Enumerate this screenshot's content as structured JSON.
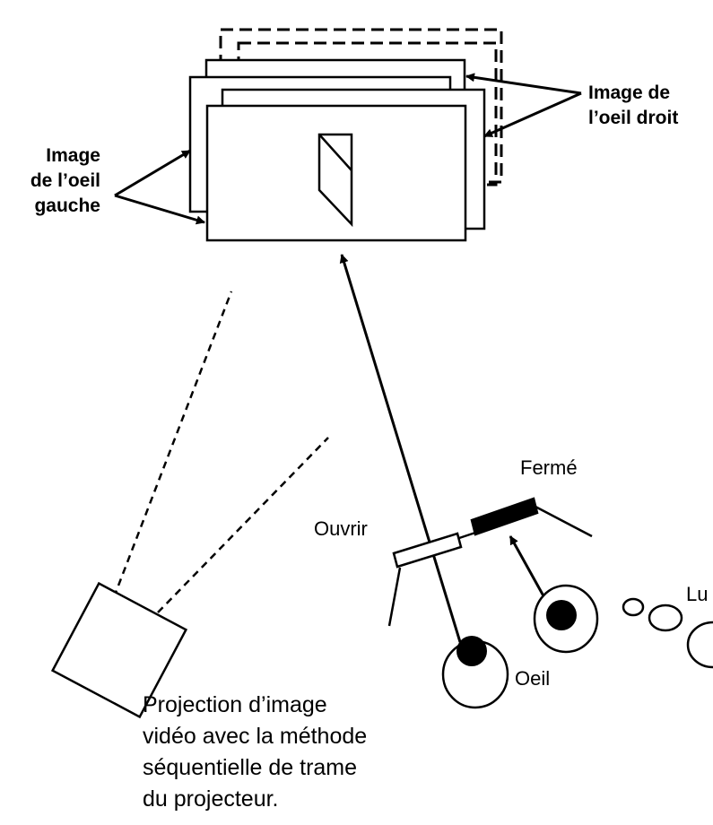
{
  "labels": {
    "left_eye_image": [
      "Image",
      "de l’oeil",
      "gauche"
    ],
    "right_eye_image": [
      "Image de",
      "l’oeil droit"
    ],
    "closed": "Fermé",
    "open": "Ouvrir",
    "eye": "Oeil",
    "glasses_partial": "Lu",
    "caption": [
      "Projection d’image",
      "vidéo avec la méthode",
      "séquentielle de trame",
      "du projecteur."
    ]
  },
  "colors": {
    "ink": "#000000",
    "paper": "#ffffff"
  }
}
